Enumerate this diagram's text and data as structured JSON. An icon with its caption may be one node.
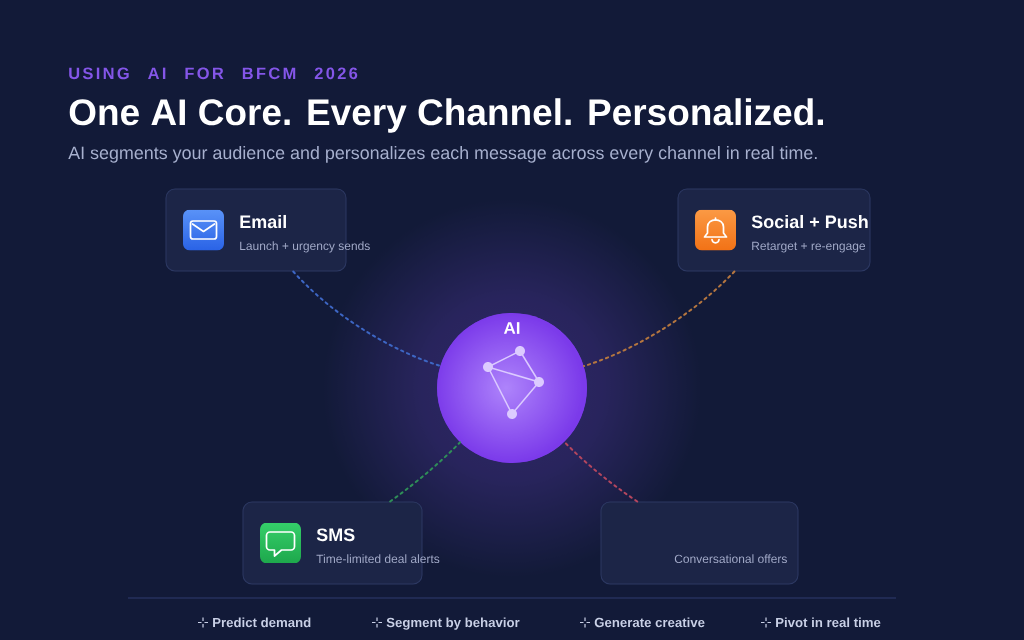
{
  "diagram": {
    "title": "One AI Core. Every Channel. Personalized.",
    "nodes": [
      {
        "text": [
          "Email",
          "Launch + urgency sends"
        ]
      },
      {
        "text": [
          "Social + Push",
          "Retarget + re-engage"
        ]
      },
      {
        "text": [
          "AI"
        ]
      },
      {
        "text": [
          "SMS",
          "Time-limited deal alerts"
        ]
      },
      {
        "text": [
          "Conversational offers"
        ]
      }
    ],
    "edges": [
      {
        "from": 0,
        "to": 2,
        "arrow": "none",
        "style": "dashed",
        "color": "#3d66c4"
      },
      {
        "from": 1,
        "to": 2,
        "arrow": "none",
        "style": "dashed",
        "color": "#b5763f"
      },
      {
        "from": 3,
        "to": 2,
        "arrow": "none",
        "style": "dashed",
        "color": "#2f8f58"
      },
      {
        "from": 4,
        "to": 2,
        "arrow": "none",
        "style": "dashed",
        "color": "#b4465e"
      }
    ],
    "labels": [
      "USING AI FOR BFCM 2026",
      "AI segments your audience and personalizes each message across every channel in real time.",
      "Predict demand",
      "Segment by behavior",
      "Generate creative",
      "Pivot in real time"
    ]
  }
}
